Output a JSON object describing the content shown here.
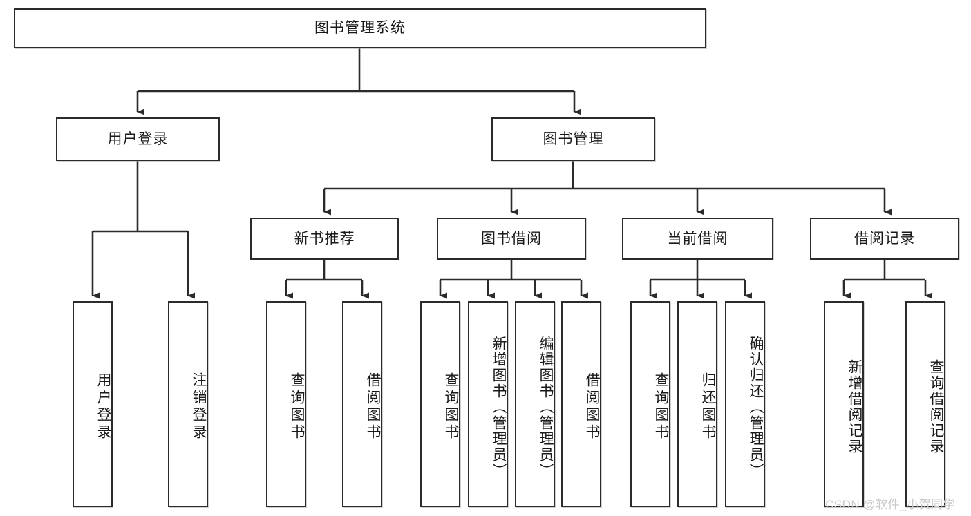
{
  "diagram": {
    "title": "图书管理系统",
    "watermark": "CSDN @软件_小贺同学",
    "stroke_color": "#2b2b2b",
    "box_fill": "#ffffff",
    "watermark_color": "#c9c9c9",
    "root": {
      "label": "图书管理系统"
    },
    "level1": [
      {
        "label": "用户登录"
      },
      {
        "label": "图书管理"
      }
    ],
    "level2": [
      {
        "label": "新书推荐"
      },
      {
        "label": "图书借阅"
      },
      {
        "label": "当前借阅"
      },
      {
        "label": "借阅记录"
      }
    ],
    "leaves": {
      "user_login": [
        {
          "label": "用户登录"
        },
        {
          "label": "注销登录"
        }
      ],
      "new_book": [
        {
          "label": "查询图书"
        },
        {
          "label": "借阅图书"
        }
      ],
      "book_borrow": [
        {
          "label": "查询图书"
        },
        {
          "label": "新增图书（管理员）"
        },
        {
          "label": "编辑图书（管理员）"
        },
        {
          "label": "借阅图书"
        }
      ],
      "current_borrow": [
        {
          "label": "查询图书"
        },
        {
          "label": "归还图书"
        },
        {
          "label": "确认归还（管理员）"
        }
      ],
      "borrow_record": [
        {
          "label": "新增借阅记录"
        },
        {
          "label": "查询借阅记录"
        }
      ]
    }
  }
}
